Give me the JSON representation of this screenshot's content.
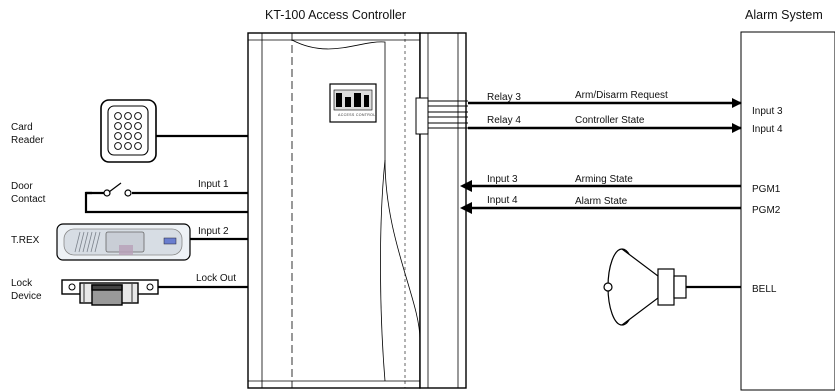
{
  "controller": {
    "title": "KT-100 Access Controller",
    "brand_mark": "ACCESS CONTROL"
  },
  "alarm_system": {
    "title": "Alarm System"
  },
  "left_devices": {
    "card_reader": [
      "Card",
      "Reader"
    ],
    "door_contact": [
      "Door",
      "Contact"
    ],
    "trex": "T.REX",
    "lock_device": [
      "Lock",
      "Device"
    ]
  },
  "left_signals": {
    "input1": "Input 1",
    "input2": "Input 2",
    "lock_out": "Lock Out"
  },
  "right_signals": {
    "relay3": "Relay 3",
    "relay3_desc": "Arm/Disarm Request",
    "relay4": "Relay 4",
    "relay4_desc": "Controller State",
    "input3": "Input 3",
    "input3_desc": "Arming State",
    "input4": "Input 4",
    "input4_desc": "Alarm State"
  },
  "alarm_terminals": {
    "in3": "Input 3",
    "in4": "Input 4",
    "pgm1": "PGM1",
    "pgm2": "PGM2",
    "bell": "BELL"
  }
}
